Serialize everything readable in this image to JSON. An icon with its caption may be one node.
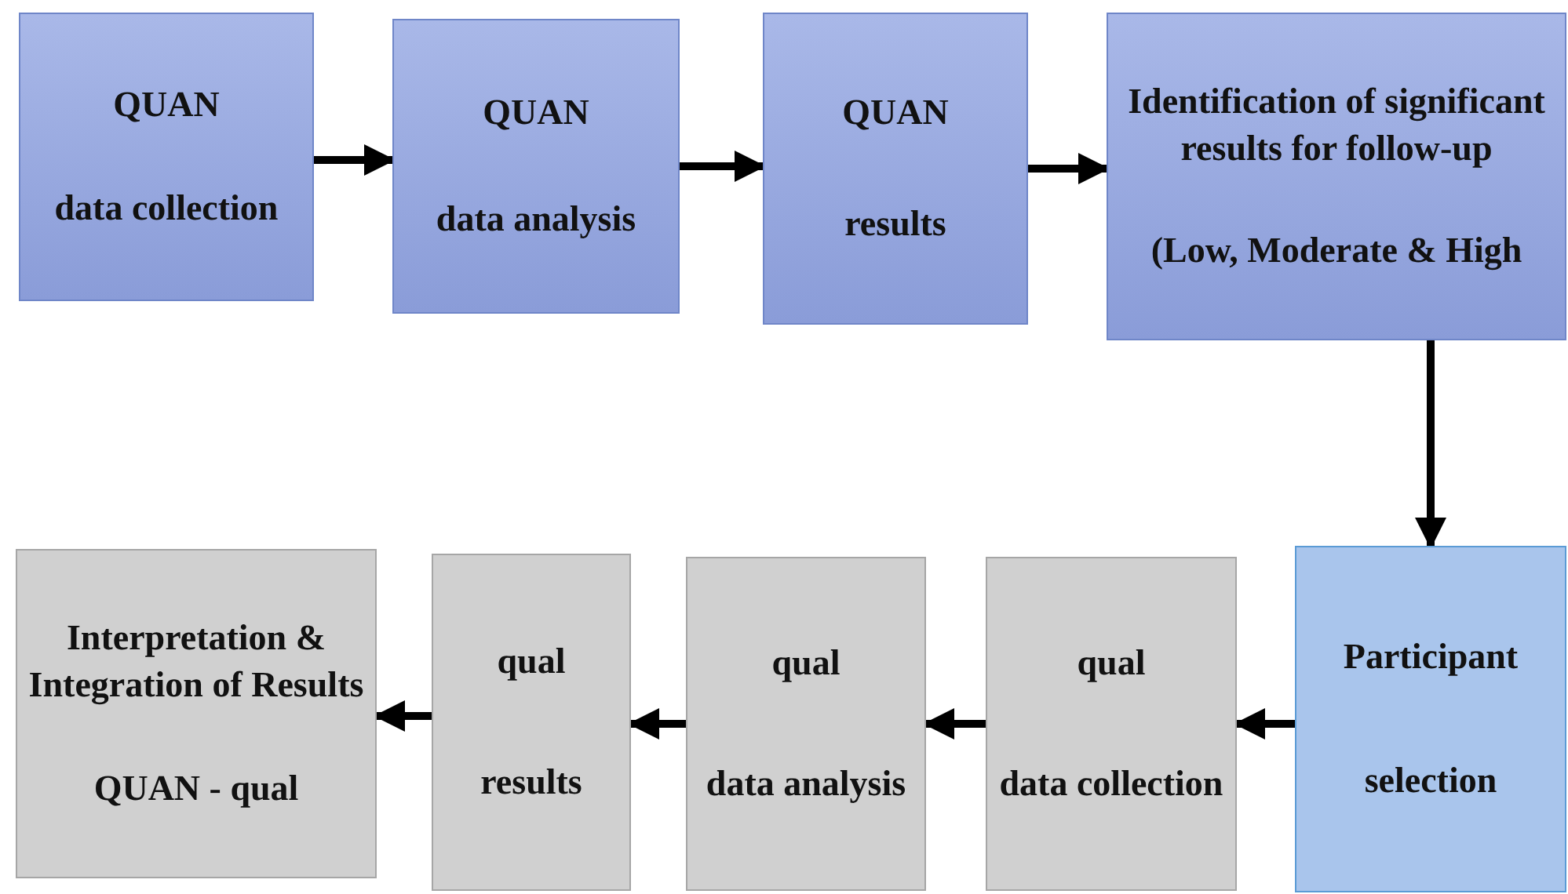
{
  "diagram": {
    "nodes": [
      {
        "text": [
          "QUAN",
          "data collection"
        ]
      },
      {
        "text": [
          "QUAN",
          "data analysis"
        ]
      },
      {
        "text": [
          "QUAN",
          "results"
        ]
      },
      {
        "text": [
          "Identification of significant results for follow-up",
          "(Low, Moderate & High"
        ]
      },
      {
        "text": [
          "Participant",
          "selection"
        ]
      },
      {
        "text": [
          "qual",
          "data collection"
        ]
      },
      {
        "text": [
          "qual",
          "data analysis"
        ]
      },
      {
        "text": [
          "qual",
          "results"
        ]
      },
      {
        "text": [
          "Interpretation & Integration of Results",
          "QUAN - qual"
        ]
      }
    ],
    "edges": [
      {
        "from": 0,
        "to": 1,
        "arrow": "to"
      },
      {
        "from": 1,
        "to": 2,
        "arrow": "to"
      },
      {
        "from": 2,
        "to": 3,
        "arrow": "to"
      },
      {
        "from": 3,
        "to": 4,
        "arrow": "to"
      },
      {
        "from": 4,
        "to": 5,
        "arrow": "to"
      },
      {
        "from": 5,
        "to": 6,
        "arrow": "to"
      },
      {
        "from": 6,
        "to": 7,
        "arrow": "to"
      },
      {
        "from": 7,
        "to": 8,
        "arrow": "to"
      }
    ]
  }
}
